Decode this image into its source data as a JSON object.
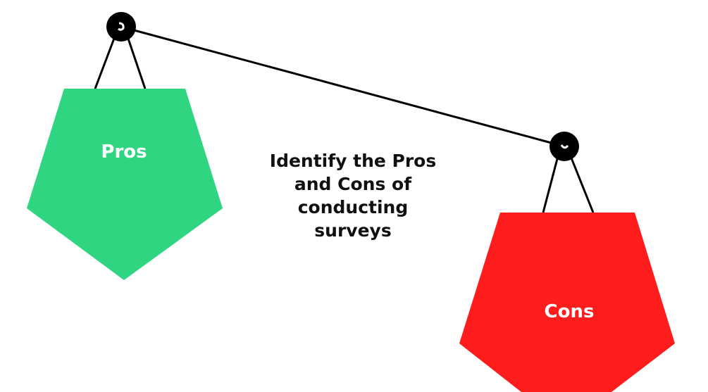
{
  "left_pan": {
    "label": "Pros",
    "color": "#2fd580"
  },
  "right_pan": {
    "label": "Cons",
    "color": "#ff1c1c"
  },
  "beam": {
    "color": "#000000"
  },
  "center_text": "Identify the Pros and Cons of conducting surveys"
}
